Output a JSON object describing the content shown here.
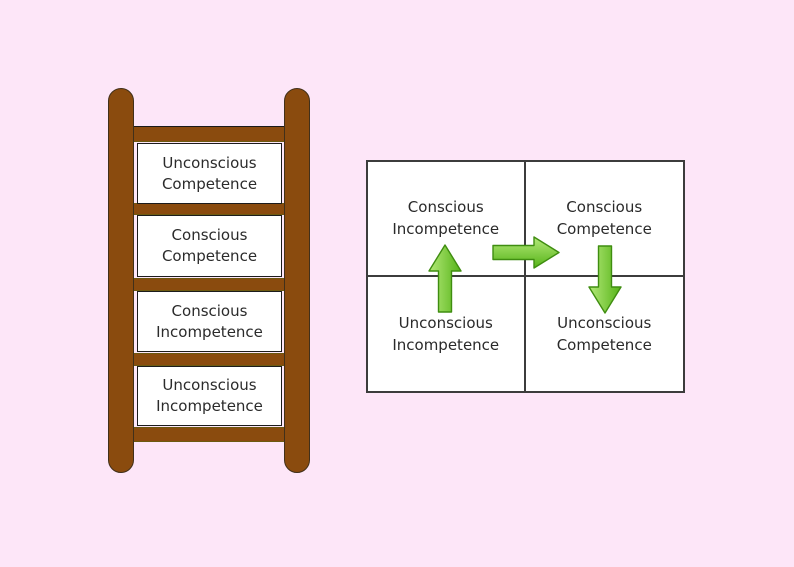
{
  "page": {
    "background_color": "#fde6f8",
    "description_colors": {
      "ladder_wood": "#8a4b0e",
      "step_box_bg": "#ffffff",
      "matrix_border": "#3c3c3c",
      "arrow_green_light": "#ace570",
      "arrow_green_dark": "#55b317",
      "arrow_outline": "#3f8d10",
      "text": "#2b2b2b"
    }
  },
  "ladder": {
    "steps": [
      {
        "label": "Unconscious Competence"
      },
      {
        "label": "Conscious Competence"
      },
      {
        "label": "Conscious Incompetence"
      },
      {
        "label": "Unconscious Incompetence"
      }
    ]
  },
  "matrix": {
    "cells": [
      {
        "position": "top-left",
        "label": "Conscious Incompetence"
      },
      {
        "position": "top-right",
        "label": "Conscious Competence"
      },
      {
        "position": "bottom-left",
        "label": "Unconscious Incompetence"
      },
      {
        "position": "bottom-right",
        "label": "Unconscious Competence"
      }
    ],
    "arrows": [
      {
        "icon": "up-arrow-icon",
        "direction": "up"
      },
      {
        "icon": "right-arrow-icon",
        "direction": "right"
      },
      {
        "icon": "down-arrow-icon",
        "direction": "down"
      }
    ]
  }
}
